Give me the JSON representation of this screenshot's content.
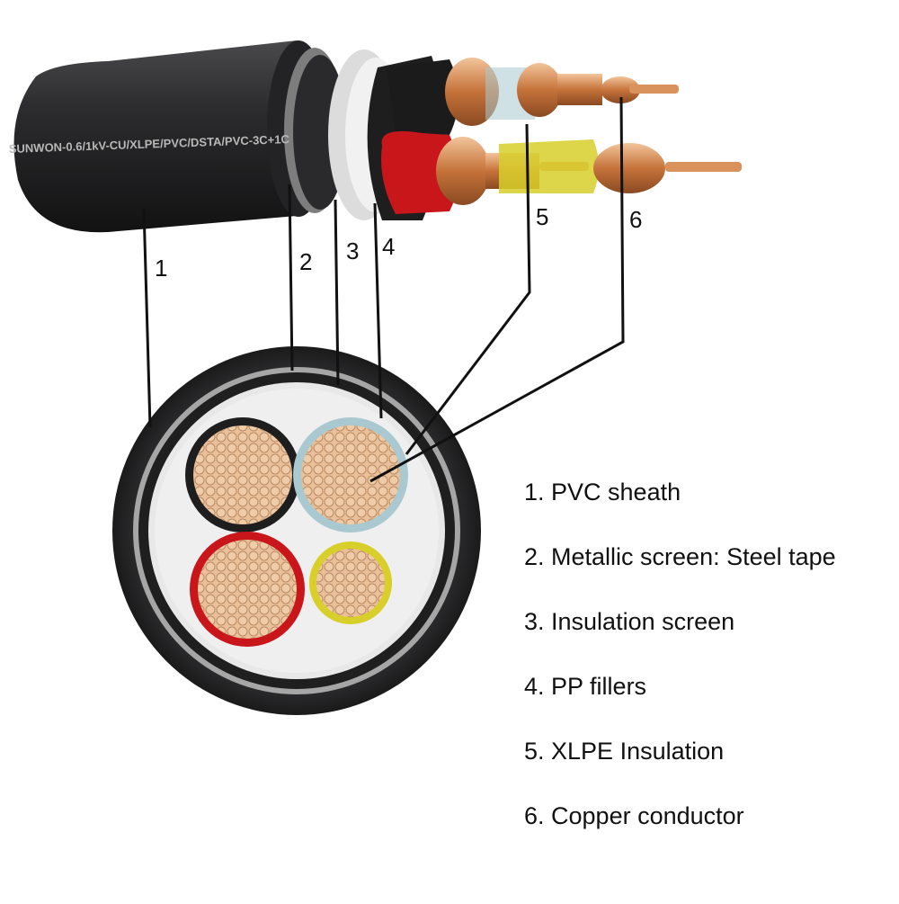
{
  "cable_print": "SUNWON-0.6/1kV-CU/XLPE/PVC/DSTA/PVC-3C+1C",
  "callouts": [
    "1",
    "2",
    "3",
    "4",
    "5",
    "6"
  ],
  "legend": [
    "1. PVC sheath",
    "2. Metallic screen: Steel tape",
    "3. Insulation screen",
    "4. PP fillers",
    "5. XLPE Insulation",
    "6. Copper conductor"
  ],
  "colors": {
    "sheath": "#2b2b2d",
    "steel_tape": "#9a9a9a",
    "insulation_screen": "#e6e6e6",
    "core_black": "#1e1e1e",
    "core_blue": "#a9c8cf",
    "core_red": "#c8161b",
    "core_yellow": "#d8cf2a",
    "copper": "#e2b78e",
    "copper_strand": "#c4713a"
  }
}
